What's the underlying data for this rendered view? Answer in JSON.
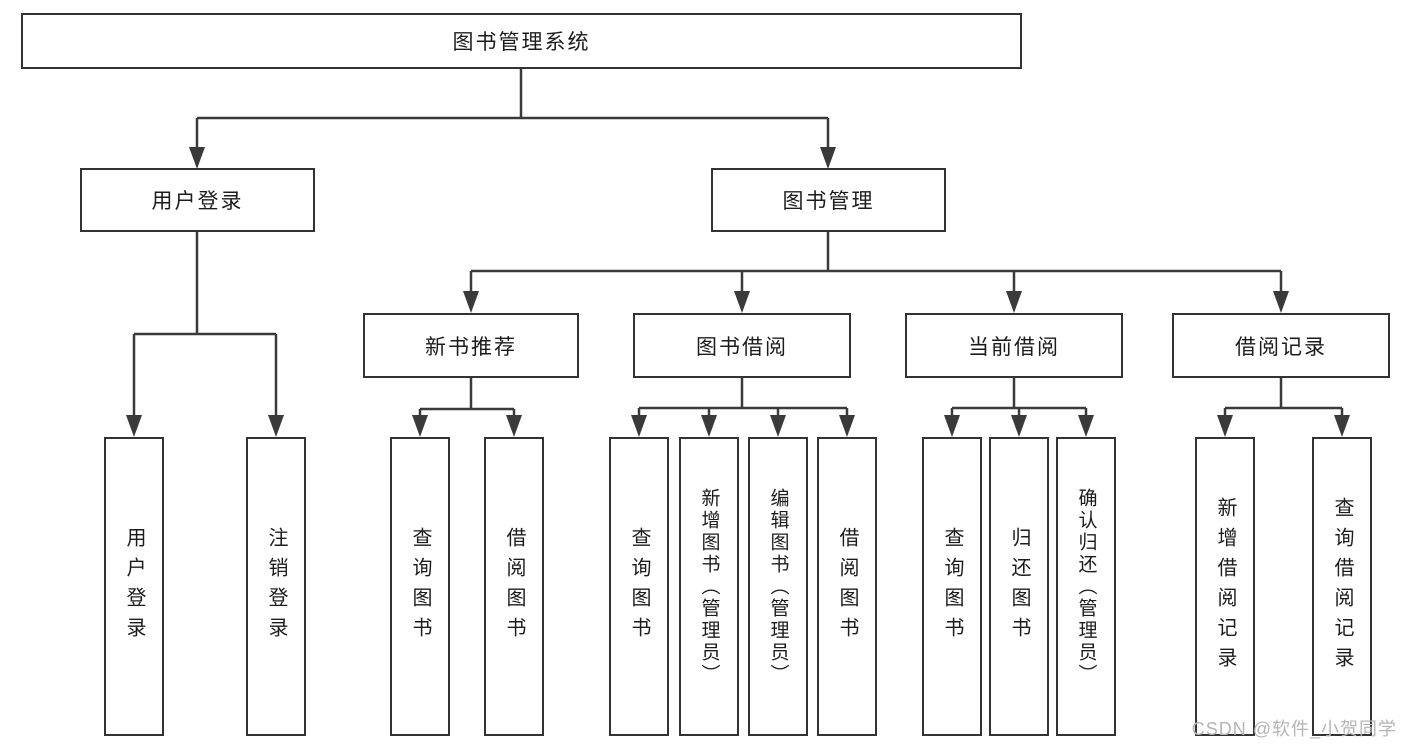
{
  "diagram": {
    "root": {
      "label": "图书管理系统"
    },
    "branches": [
      {
        "label": "用户登录",
        "children": [
          "用户登录",
          "注销登录"
        ]
      },
      {
        "label": "图书管理",
        "groups": [
          {
            "label": "新书推荐",
            "children": [
              "查询图书",
              "借阅图书"
            ]
          },
          {
            "label": "图书借阅",
            "children": [
              "查询图书",
              "新增图书（管理员）",
              "编辑图书（管理员）",
              "借阅图书"
            ]
          },
          {
            "label": "当前借阅",
            "children": [
              "查询图书",
              "归还图书",
              "确认归还（管理员）"
            ]
          },
          {
            "label": "借阅记录",
            "children": [
              "新增借阅记录",
              "查询借阅记录"
            ]
          }
        ]
      }
    ]
  },
  "watermark": "CSDN @软件_小贺同学",
  "colors": {
    "line": "#3a3a3a",
    "border": "#333333",
    "text": "#1c1c1c",
    "watermark": "#b5b5b5",
    "background": "#ffffff"
  }
}
